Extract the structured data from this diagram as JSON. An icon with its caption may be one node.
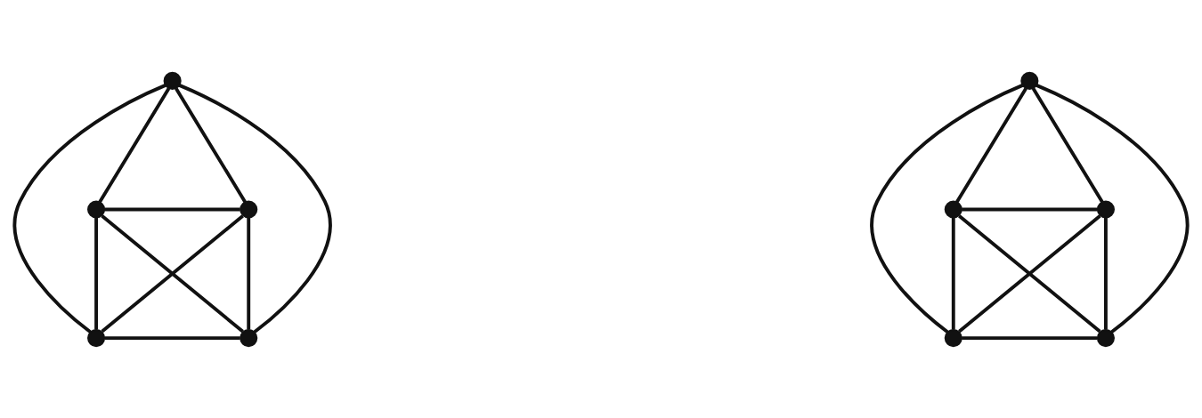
{
  "diagram": {
    "nodes": [
      {
        "text": [],
        "shape": "circle"
      },
      {
        "text": [],
        "shape": "circle"
      },
      {
        "text": [],
        "shape": "circle"
      },
      {
        "text": [],
        "shape": "circle"
      },
      {
        "text": [],
        "shape": "circle"
      },
      {
        "text": [],
        "shape": "circle"
      },
      {
        "text": [],
        "shape": "circle"
      },
      {
        "text": [],
        "shape": "circle"
      },
      {
        "text": [],
        "shape": "circle"
      },
      {
        "text": [],
        "shape": "circle"
      }
    ],
    "edges": [
      {
        "from": 0,
        "to": 1,
        "arrow": "none"
      },
      {
        "from": 0,
        "to": 2,
        "arrow": "none"
      },
      {
        "from": 0,
        "to": 3,
        "arrow": "none"
      },
      {
        "from": 0,
        "to": 4,
        "arrow": "none"
      },
      {
        "from": 1,
        "to": 2,
        "arrow": "none"
      },
      {
        "from": 1,
        "to": 3,
        "arrow": "none"
      },
      {
        "from": 1,
        "to": 4,
        "arrow": "none"
      },
      {
        "from": 2,
        "to": 3,
        "arrow": "none"
      },
      {
        "from": 2,
        "to": 4,
        "arrow": "none"
      },
      {
        "from": 3,
        "to": 4,
        "arrow": "none"
      },
      {
        "from": 5,
        "to": 6,
        "arrow": "none"
      },
      {
        "from": 5,
        "to": 7,
        "arrow": "none"
      },
      {
        "from": 5,
        "to": 8,
        "arrow": "none"
      },
      {
        "from": 5,
        "to": 9,
        "arrow": "none"
      },
      {
        "from": 6,
        "to": 7,
        "arrow": "none"
      },
      {
        "from": 6,
        "to": 8,
        "arrow": "none"
      },
      {
        "from": 6,
        "to": 9,
        "arrow": "none"
      },
      {
        "from": 7,
        "to": 8,
        "arrow": "none"
      },
      {
        "from": 7,
        "to": 9,
        "arrow": "none"
      },
      {
        "from": 8,
        "to": 9,
        "arrow": "none"
      }
    ]
  }
}
